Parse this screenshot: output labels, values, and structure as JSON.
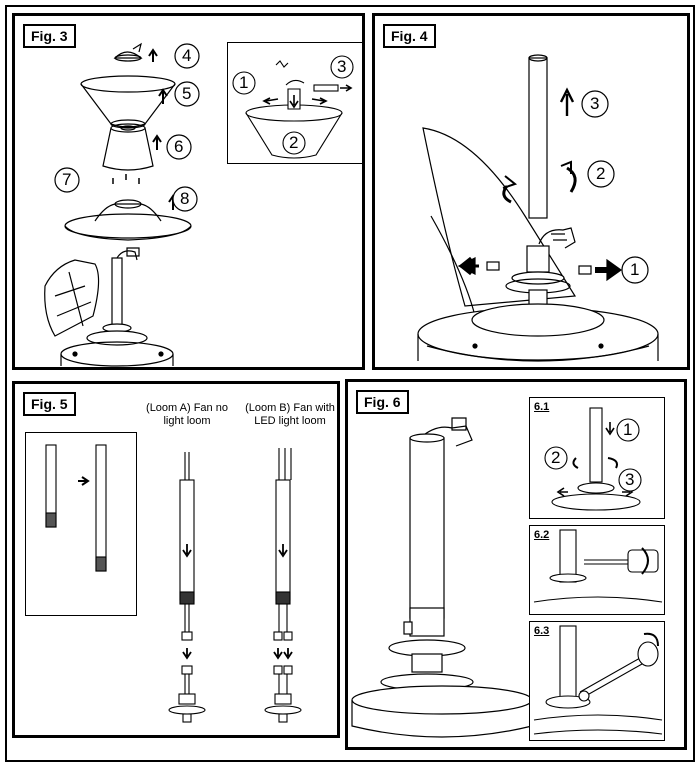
{
  "figures": {
    "fig3": {
      "label": "Fig. 3",
      "steps": [
        "4",
        "5",
        "6",
        "7",
        "8"
      ],
      "inset_steps": [
        "1",
        "2",
        "3"
      ]
    },
    "fig4": {
      "label": "Fig. 4",
      "steps": [
        "3",
        "2",
        "1"
      ]
    },
    "fig5": {
      "label": "Fig. 5",
      "loom_a_line1": "(Loom A) Fan no",
      "loom_a_line2": "light loom",
      "loom_b_line1": "(Loom B) Fan with",
      "loom_b_line2": "LED light loom"
    },
    "fig6": {
      "label": "Fig. 6",
      "sub61": {
        "label": "6.1",
        "steps": [
          "1",
          "2",
          "3"
        ]
      },
      "sub62": {
        "label": "6.2"
      },
      "sub63": {
        "label": "6.3"
      }
    }
  }
}
